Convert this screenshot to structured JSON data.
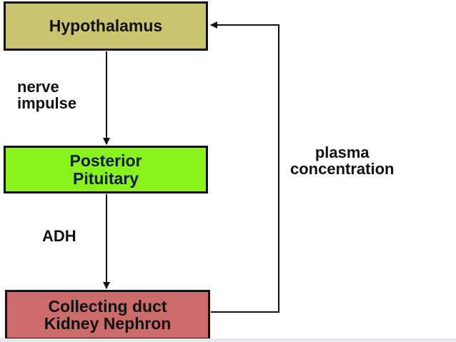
{
  "diagram": {
    "nodes": {
      "hypothalamus": {
        "lines": [
          "Hypothalamus"
        ],
        "fill": "#c9c46d"
      },
      "pituitary": {
        "lines": [
          "Posterior",
          "Pituitary"
        ],
        "fill": "#88f21a"
      },
      "collecting": {
        "lines": [
          "Collecting duct",
          "Kidney Nephron"
        ],
        "fill": "#cd6a6a"
      }
    },
    "edges": {
      "nerve_impulse": {
        "lines": [
          "nerve",
          "impulse"
        ]
      },
      "adh": {
        "lines": [
          "ADH"
        ]
      },
      "plasma_concentration": {
        "lines": [
          "plasma",
          "concentration"
        ]
      }
    },
    "line_color": "#111111"
  }
}
